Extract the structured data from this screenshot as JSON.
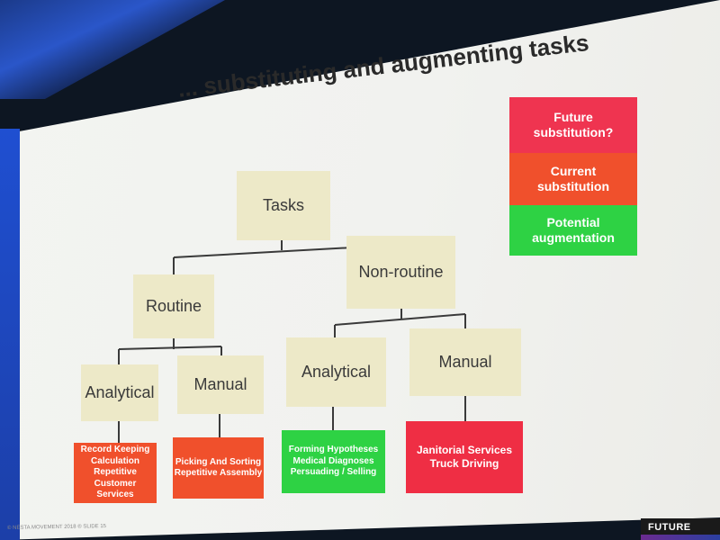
{
  "slide": {
    "title": "... substituting and augmenting tasks",
    "footer": "© NESTA MOVEMENT 2018 ® SLIDE 15",
    "brand": "FUTURE"
  },
  "legend": [
    {
      "label": "Future\nsubstitution?",
      "color": "#ef3450"
    },
    {
      "label": "Current\nsubstitution",
      "color": "#f0502c"
    },
    {
      "label": "Potential\naugmentation",
      "color": "#2ed244"
    }
  ],
  "tree": {
    "root": "Tasks",
    "routine": "Routine",
    "non_routine": "Non-routine",
    "routine_analytical": "Analytical",
    "routine_manual": "Manual",
    "nonroutine_analytical": "Analytical",
    "nonroutine_manual": "Manual"
  },
  "leaves": {
    "routine_analytical": "Record Keeping\nCalculation\nRepetitive Customer\nServices",
    "routine_manual": "Picking And Sorting\nRepetitive Assembly",
    "nonroutine_analytical": "Forming Hypotheses\nMedical Diagnoses\nPersuading / Selling",
    "nonroutine_manual": "Janitorial Services\nTruck Driving"
  },
  "colors": {
    "node_fill": "#ede9c8",
    "leaf_current": "#f0502c",
    "leaf_augment": "#2ed244",
    "leaf_future": "#ef2e44"
  }
}
